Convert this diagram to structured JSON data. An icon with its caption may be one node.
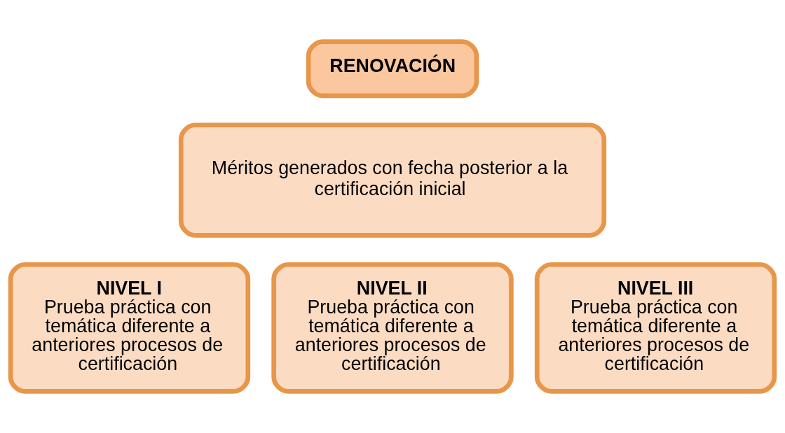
{
  "diagram": {
    "nodes": [
      {
        "text": [
          "RENOVACIÓN"
        ]
      },
      {
        "text": [
          "Méritos generados con fecha posterior a la certificación inicial"
        ]
      },
      {
        "text": [
          "NIVEL I",
          "Prueba práctica con temática diferente a anteriores procesos de certificación"
        ]
      },
      {
        "text": [
          "NIVEL II",
          "Prueba práctica con temática diferente a anteriores procesos de certificación"
        ]
      },
      {
        "text": [
          "NIVEL III",
          "Prueba práctica con temática diferente a anteriores procesos de certificación"
        ]
      }
    ],
    "edges": []
  }
}
